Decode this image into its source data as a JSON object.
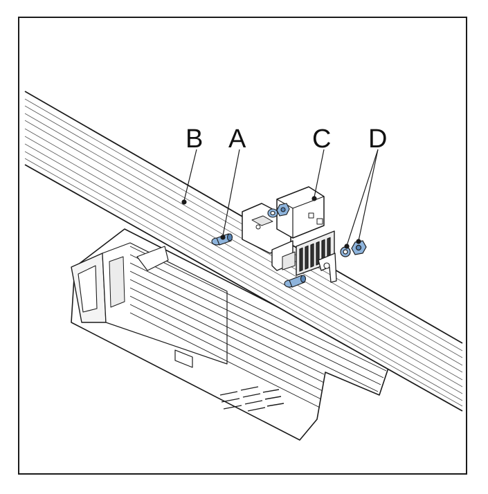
{
  "labels": {
    "a": "A",
    "b": "B",
    "c": "C",
    "d": "D"
  },
  "colors": {
    "outline": "#1a1a1a",
    "fastener": "#8eb4dc",
    "fastener_dark": "#5a86b6",
    "fill": "#ffffff",
    "shade": "#e6e6e6"
  }
}
